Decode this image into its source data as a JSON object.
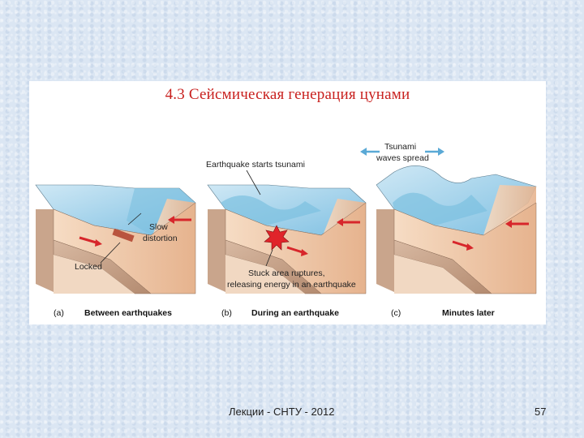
{
  "slide": {
    "title": "4.3 Сейсмическая генерация цунами",
    "footer": "Лекции - СНТУ - 2012",
    "page_number": "57"
  },
  "panels": [
    {
      "letter": "(a)",
      "caption": "Between earthquakes",
      "labels": {
        "slow_line1": "Slow",
        "slow_line2": "distortion",
        "locked": "Locked"
      }
    },
    {
      "letter": "(b)",
      "caption": "During an earthquake",
      "labels": {
        "top": "Earthquake starts tsunami",
        "rupture_line1": "Stuck area ruptures,",
        "rupture_line2": "releasing energy in an earthquake"
      }
    },
    {
      "letter": "(c)",
      "caption": "Minutes later",
      "labels": {
        "tsunami_line1": "Tsunami",
        "tsunami_line2": "waves spread"
      }
    }
  ],
  "colors": {
    "title": "#c8201e",
    "water": "#a9d4ea",
    "water_dark": "#6fb6dc",
    "crust": "#efc9a8",
    "crust_dark": "#d9a27e",
    "slab": "#c9a58c",
    "arrow": "#d7262b",
    "tsunami_arrow": "#5aa9d6"
  }
}
